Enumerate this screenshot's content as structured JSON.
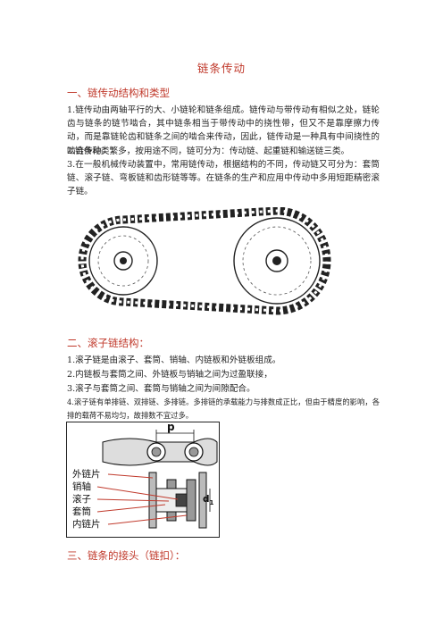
{
  "title": "链条传动",
  "section1": {
    "heading": "一、链传动结构和类型",
    "paragraphs": [
      "1.链传动由两轴平行的大、小链轮和链条组成。链传动与带传动有相似之处，链轮齿与链条的链节啮合，其中链条相当于带传动中的挠性带，但又不是靠摩擦力传动，而是靠链轮齿和链条之间的啮合来传动，因此，链传动是一种具有中间挠性的啮合传动。",
      "2.链条种类繁多，按用途不同，链可分为：传动链、起重链和输送链三类。",
      "3.在一般机械传动装置中，常用链传动，根据结构的不同，传动链又可分为：套筒链、滚子链、弯板链和齿形链等等。在链条的生产和应用中传动中多用短距精密滚子链。"
    ]
  },
  "section2": {
    "heading": "二、滚子链结构：",
    "paragraphs": [
      "1.滚子链是由滚子、套筒、销轴、内链板和外链板组成。",
      "2.内链板与套筒之间、外链板与销轴之间为过盈联接，",
      "3.滚子与套筒之间、套筒与销轴之间为间隙配合。"
    ],
    "note": "4.滚子链有单排链、双排链、多排链。多排链的承载能力与排数成正比，但由于精度的影响，各排的载荷不易均匀，故排数不宜过多。"
  },
  "figure": {
    "labels": [
      "外链片",
      "销轴",
      "滚子",
      "套筒",
      "内链片"
    ],
    "pitch_label": "p",
    "d_label": "d",
    "d_sub": "1"
  },
  "section3": {
    "heading": "三、链条的接头（链扣）："
  }
}
